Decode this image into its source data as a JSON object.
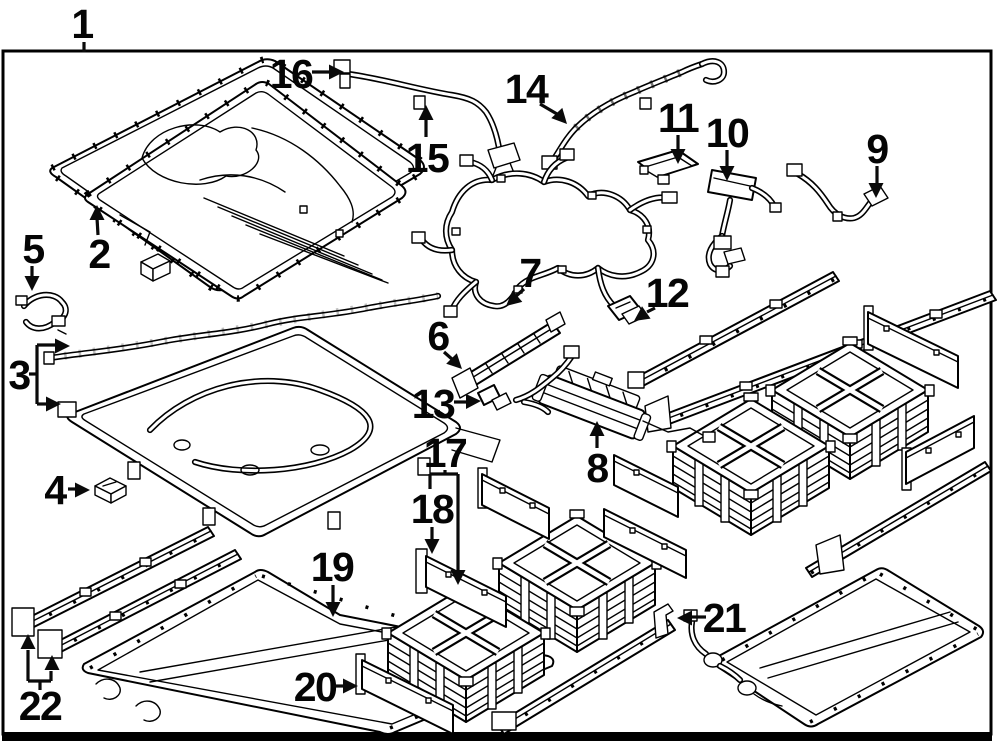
{
  "diagram": {
    "type": "exploded-parts-diagram",
    "subject": "hybrid-battery-pack-assembly",
    "background_color": "#ffffff",
    "line_color": "#000000",
    "callouts": [
      {
        "label": "1"
      },
      {
        "label": "2"
      },
      {
        "label": "3"
      },
      {
        "label": "4"
      },
      {
        "label": "5"
      },
      {
        "label": "6"
      },
      {
        "label": "7"
      },
      {
        "label": "8"
      },
      {
        "label": "9"
      },
      {
        "label": "10"
      },
      {
        "label": "11"
      },
      {
        "label": "12"
      },
      {
        "label": "13"
      },
      {
        "label": "14"
      },
      {
        "label": "15"
      },
      {
        "label": "16"
      },
      {
        "label": "17"
      },
      {
        "label": "18"
      },
      {
        "label": "19"
      },
      {
        "label": "20"
      },
      {
        "label": "21"
      },
      {
        "label": "22"
      }
    ]
  }
}
